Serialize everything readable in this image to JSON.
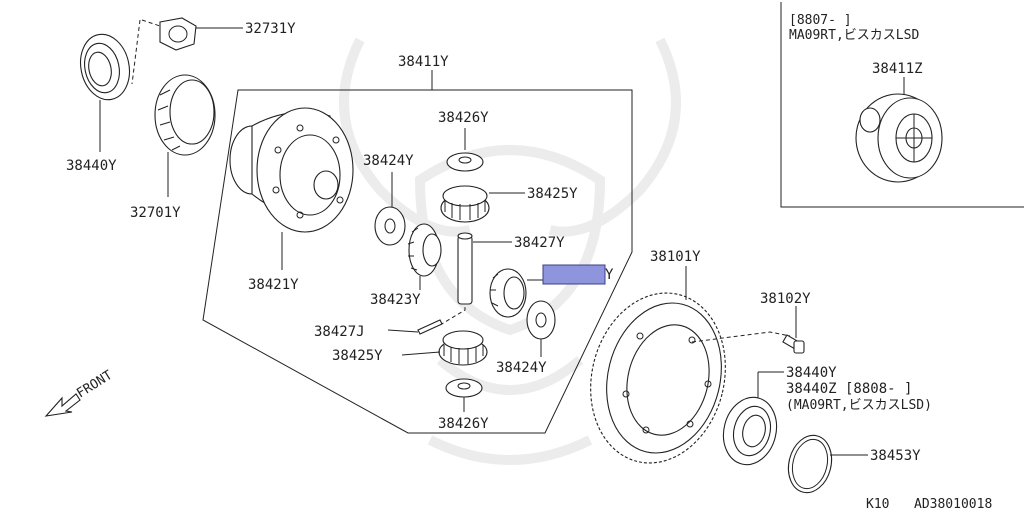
{
  "parts": {
    "p32731Y": "32731Y",
    "p38411Y": "38411Y",
    "p38440Y_left": "38440Y",
    "p32701Y": "32701Y",
    "p38426Y_top": "38426Y",
    "p38424Y_left": "38424Y",
    "p38425Y_top": "38425Y",
    "p38427Y": "38427Y",
    "p38421Y": "38421Y",
    "p38423Y": "38423Y",
    "p_redacted_suffix": "Y",
    "p38427J": "38427J",
    "p38425Y_bottom": "38425Y",
    "p38424Y_right": "38424Y",
    "p38426Y_bottom": "38426Y",
    "p38101Y": "38101Y",
    "p38102Y": "38102Y",
    "p38440Y_right": "38440Y",
    "p38440Z_line": "38440Z [8808-     ]",
    "p38440Z_spec": "(MA09RT,ビスカスLSD)",
    "p38453Y": "38453Y"
  },
  "inset": {
    "date_range": "[8807-     ]",
    "spec": "MA09RT,ビスカスLSD",
    "part": "38411Z"
  },
  "front_label": "FRONT",
  "footer": {
    "model": "K10",
    "diagram_id": "AD38010018"
  },
  "colors": {
    "redaction": "#8e95dd",
    "ink": "#222222",
    "watermark": "#ececec"
  }
}
